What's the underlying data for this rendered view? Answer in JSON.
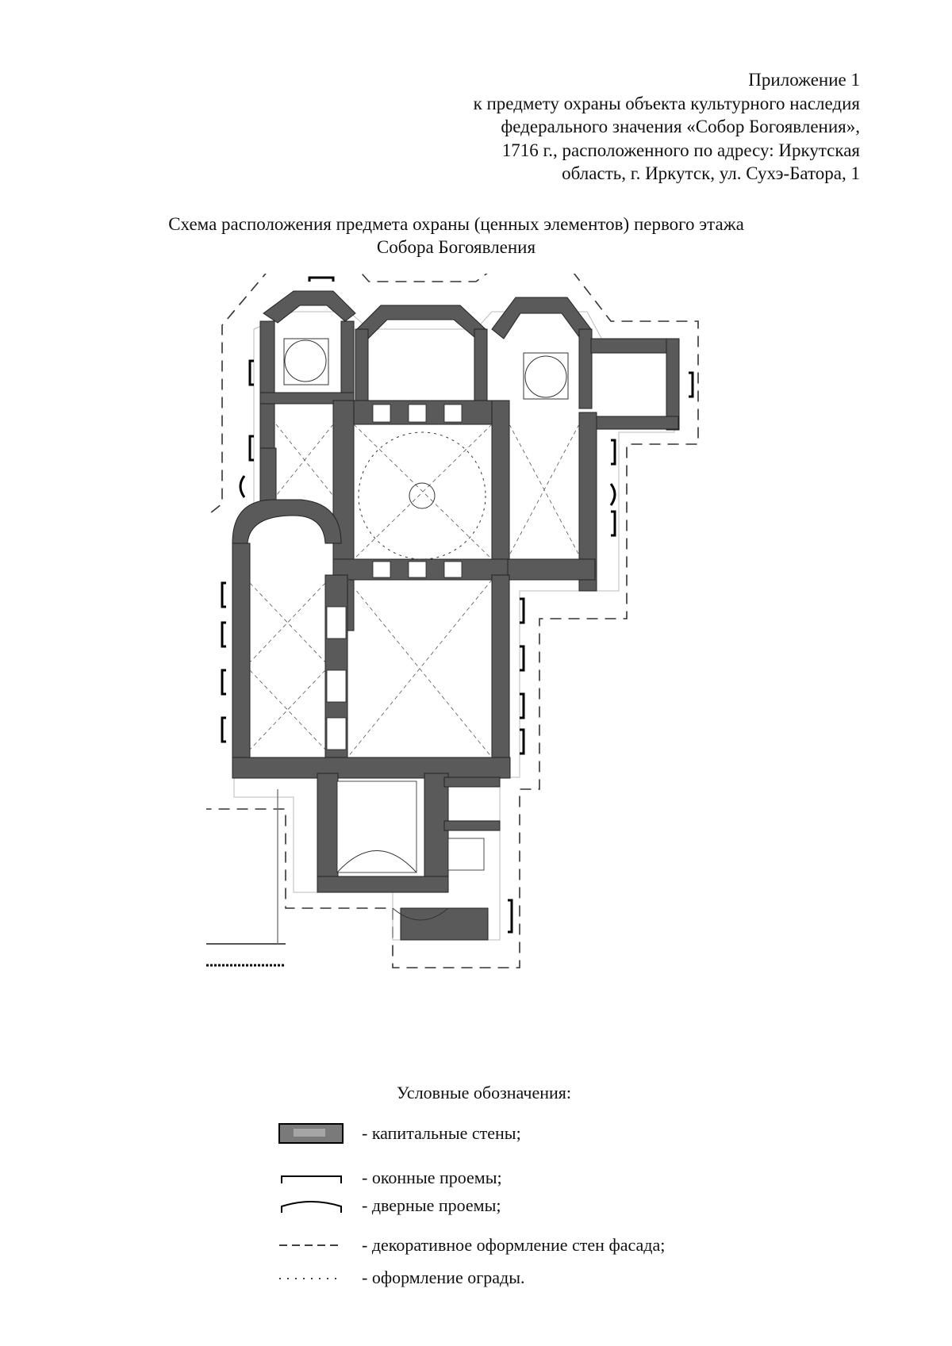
{
  "header": {
    "lines": [
      "Приложение 1",
      "к предмету охраны объекта культурного наследия",
      "федерального значения «Собор Богоявления»,",
      "1716 г., расположенного по адресу: Иркутская",
      "область, г. Иркутск, ул. Сухэ-Батора, 1"
    ]
  },
  "title": {
    "line1": "Схема расположения предмета охраны (ценных элементов) первого этажа",
    "line2": "Собора Богоявления"
  },
  "plan": {
    "wall_color": "#5a5a5a",
    "wall_light_color": "#8a8a8a"
  },
  "legend": {
    "title": "Условные обозначения:",
    "items": [
      {
        "icon": "capital-wall-swatch",
        "text": "- капитальные стены;"
      },
      {
        "icon": "window-opening-symbol",
        "text": "- оконные проемы;"
      },
      {
        "icon": "door-opening-symbol",
        "text": "- дверные проемы;"
      },
      {
        "icon": "dashed-line-symbol",
        "text": "- декоративное оформление стен фасада;"
      },
      {
        "icon": "dotted-line-symbol",
        "text": "- оформление ограды."
      }
    ]
  }
}
